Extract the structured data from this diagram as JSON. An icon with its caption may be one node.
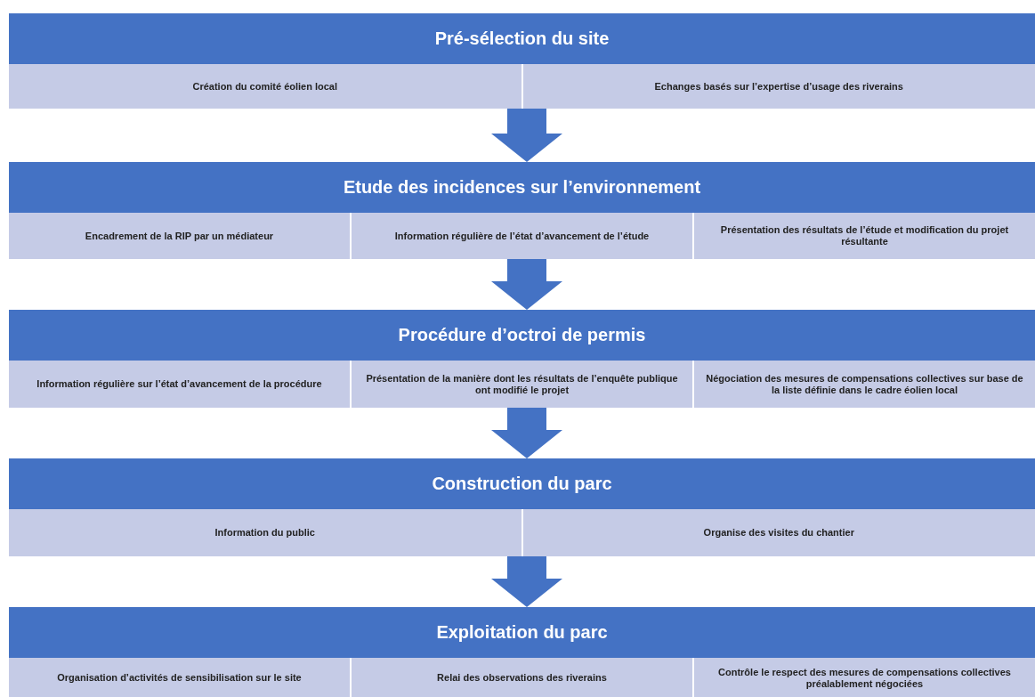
{
  "diagram": {
    "nodes": [
      {
        "text": [
          "Pré-sélection du site"
        ]
      },
      {
        "text": [
          "Création du comité éolien local"
        ],
        "in": 0
      },
      {
        "text": [
          "Echanges basés sur l’expertise d’usage des riverains"
        ],
        "in": 0
      },
      {
        "text": [
          "Etude des incidences sur l’environnement"
        ]
      },
      {
        "text": [
          "Encadrement de la RIP par un médiateur"
        ],
        "in": 3
      },
      {
        "text": [
          "Information régulière de l’état d’avancement de l’étude"
        ],
        "in": 3
      },
      {
        "text": [
          "Présentation des résultats de l’étude et modification du projet résultante"
        ],
        "in": 3
      },
      {
        "text": [
          "Procédure d’octroi de permis"
        ]
      },
      {
        "text": [
          "Information régulière sur l’état d’avancement de la procédure"
        ],
        "in": 7
      },
      {
        "text": [
          "Présentation de la manière dont les résultats de l’enquête publique ont modifié le projet"
        ],
        "in": 7
      },
      {
        "text": [
          "Négociation des mesures de compensations collectives sur base de la liste définie dans le cadre éolien local"
        ],
        "in": 7
      },
      {
        "text": [
          "Construction du parc"
        ]
      },
      {
        "text": [
          "Information du public"
        ],
        "in": 11
      },
      {
        "text": [
          "Organise des visites du chantier"
        ],
        "in": 11
      },
      {
        "text": [
          "Exploitation du parc"
        ]
      },
      {
        "text": [
          "Organisation d’activités de sensibilisation sur le site"
        ],
        "in": 14
      },
      {
        "text": [
          "Relai des observations des riverains"
        ],
        "in": 14
      },
      {
        "text": [
          "Contrôle le respect des mesures de compensations collectives préalablement négociées"
        ],
        "in": 14
      }
    ],
    "edges": [
      {
        "from": 0,
        "to": 3,
        "arrow": "to"
      },
      {
        "from": 3,
        "to": 7,
        "arrow": "to"
      },
      {
        "from": 7,
        "to": 11,
        "arrow": "to"
      },
      {
        "from": 11,
        "to": 14,
        "arrow": "to"
      }
    ]
  }
}
